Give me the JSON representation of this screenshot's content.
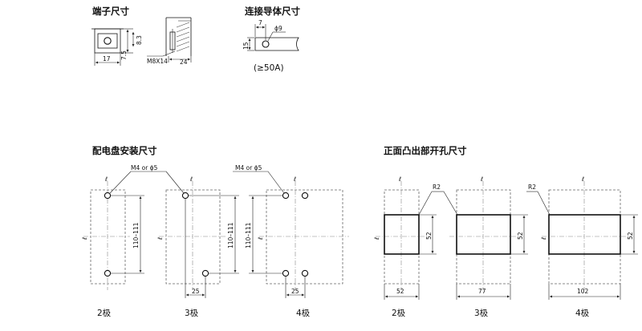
{
  "sections": {
    "terminal_size": "端子尺寸",
    "conductor_size": "连接导体尺寸",
    "panel_mounting": "配电盘安装尺寸",
    "front_cutout": "正面凸出部开孔尺寸"
  },
  "terminal": {
    "width": "17",
    "height_total": "7.5",
    "height_top": "8.3",
    "screw": "M8X14",
    "depth": "24"
  },
  "conductor": {
    "offset": "7",
    "hole": "ϕ9",
    "width": "15",
    "current": "(≥50A)"
  },
  "mounting": {
    "screw_label": "M4 or ϕ5",
    "height_range": "110–111",
    "spacing": "25",
    "poles": [
      "2极",
      "3极",
      "4极"
    ]
  },
  "cutout": {
    "radius": "R2",
    "height": "52",
    "widths": [
      "52",
      "77",
      "102"
    ],
    "poles": [
      "2极",
      "3极",
      "4极"
    ]
  },
  "symbols": {
    "centerline": "ℓ"
  }
}
